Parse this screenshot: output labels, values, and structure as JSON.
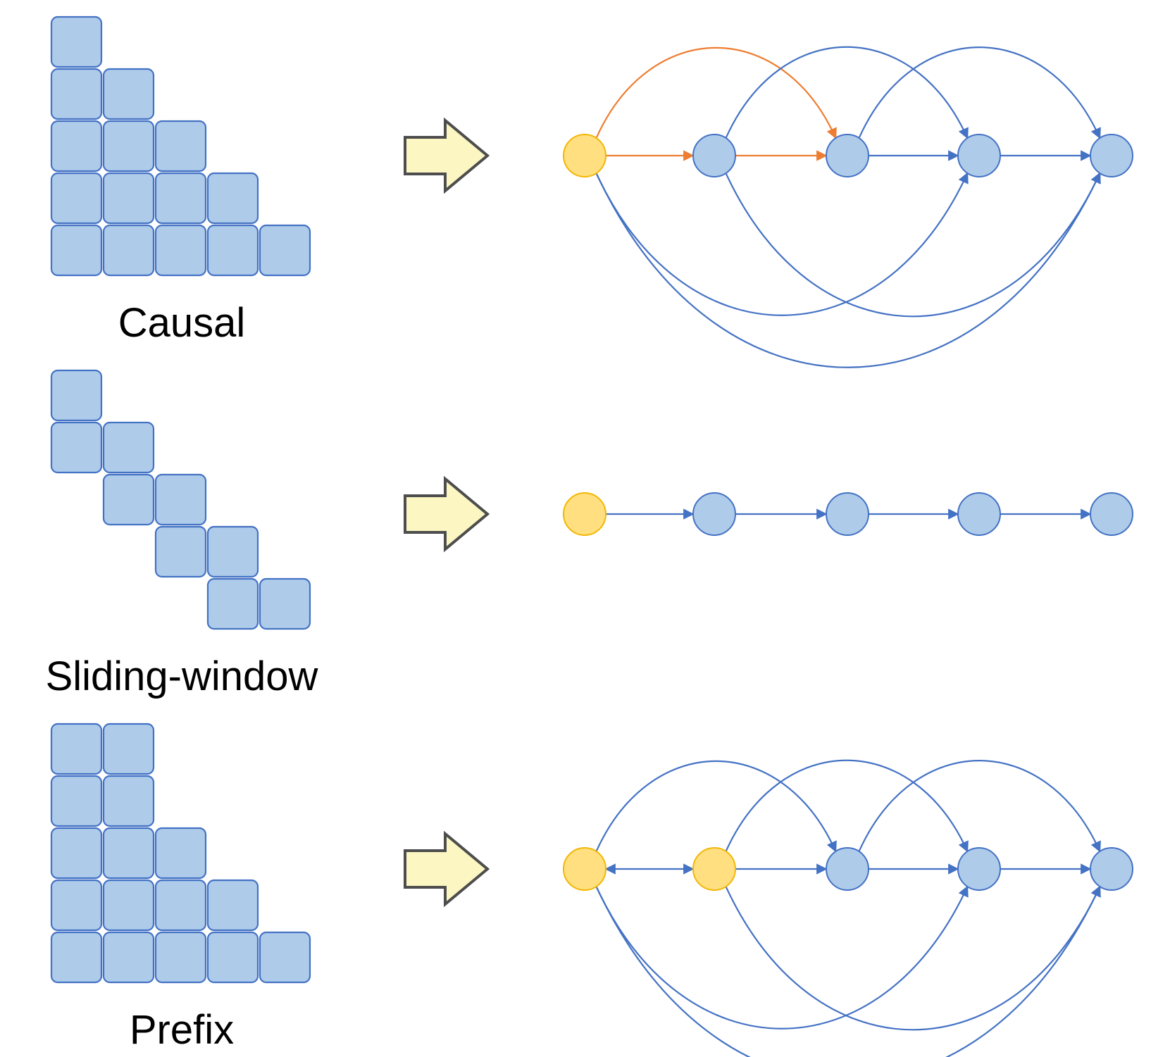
{
  "colors": {
    "cell_fill": "#aecbea",
    "cell_stroke": "#4472c4",
    "node_blue": "#aecbea",
    "node_blue_stroke": "#4472c4",
    "node_yellow": "#ffdf80",
    "node_yellow_stroke": "#f2b705",
    "edge_blue": "#4472c4",
    "edge_orange": "#ed7d31",
    "arrow_fill": "#fbf6c2",
    "arrow_stroke": "#4d4d4d"
  },
  "panels": [
    {
      "id": "causal",
      "label": "Causal",
      "mask": [
        [
          1,
          0,
          0,
          0,
          0
        ],
        [
          1,
          1,
          0,
          0,
          0
        ],
        [
          1,
          1,
          1,
          0,
          0
        ],
        [
          1,
          1,
          1,
          1,
          0
        ],
        [
          1,
          1,
          1,
          1,
          1
        ]
      ],
      "graph": {
        "nodes": [
          "yellow",
          "blue",
          "blue",
          "blue",
          "blue"
        ],
        "edges": [
          {
            "from": 0,
            "to": 1,
            "color": "orange"
          },
          {
            "from": 1,
            "to": 2,
            "color": "orange"
          },
          {
            "from": 0,
            "to": 2,
            "color": "orange",
            "curve": "above"
          },
          {
            "from": 2,
            "to": 3,
            "color": "blue"
          },
          {
            "from": 3,
            "to": 4,
            "color": "blue"
          },
          {
            "from": 1,
            "to": 3,
            "color": "blue",
            "curve": "above"
          },
          {
            "from": 2,
            "to": 4,
            "color": "blue",
            "curve": "above"
          },
          {
            "from": 0,
            "to": 3,
            "color": "blue",
            "curve": "below"
          },
          {
            "from": 1,
            "to": 4,
            "color": "blue",
            "curve": "below"
          },
          {
            "from": 0,
            "to": 4,
            "color": "blue",
            "curve": "below"
          }
        ]
      }
    },
    {
      "id": "sliding-window",
      "label": "Sliding-window",
      "mask": [
        [
          1,
          0,
          0,
          0,
          0
        ],
        [
          1,
          1,
          0,
          0,
          0
        ],
        [
          0,
          1,
          1,
          0,
          0
        ],
        [
          0,
          0,
          1,
          1,
          0
        ],
        [
          0,
          0,
          0,
          1,
          1
        ]
      ],
      "graph": {
        "nodes": [
          "yellow",
          "blue",
          "blue",
          "blue",
          "blue"
        ],
        "edges": [
          {
            "from": 0,
            "to": 1,
            "color": "blue"
          },
          {
            "from": 1,
            "to": 2,
            "color": "blue"
          },
          {
            "from": 2,
            "to": 3,
            "color": "blue"
          },
          {
            "from": 3,
            "to": 4,
            "color": "blue"
          }
        ]
      }
    },
    {
      "id": "prefix",
      "label": "Prefix",
      "mask": [
        [
          1,
          1,
          0,
          0,
          0
        ],
        [
          1,
          1,
          0,
          0,
          0
        ],
        [
          1,
          1,
          1,
          0,
          0
        ],
        [
          1,
          1,
          1,
          1,
          0
        ],
        [
          1,
          1,
          1,
          1,
          1
        ]
      ],
      "graph": {
        "nodes": [
          "yellow",
          "yellow",
          "blue",
          "blue",
          "blue"
        ],
        "edges": [
          {
            "from": 0,
            "to": 1,
            "color": "blue",
            "bidirectional": true
          },
          {
            "from": 1,
            "to": 2,
            "color": "blue"
          },
          {
            "from": 2,
            "to": 3,
            "color": "blue"
          },
          {
            "from": 3,
            "to": 4,
            "color": "blue"
          },
          {
            "from": 0,
            "to": 2,
            "color": "blue",
            "curve": "above"
          },
          {
            "from": 1,
            "to": 3,
            "color": "blue",
            "curve": "above"
          },
          {
            "from": 2,
            "to": 4,
            "color": "blue",
            "curve": "above"
          },
          {
            "from": 0,
            "to": 3,
            "color": "blue",
            "curve": "below"
          },
          {
            "from": 1,
            "to": 4,
            "color": "blue",
            "curve": "below"
          },
          {
            "from": 0,
            "to": 4,
            "color": "blue",
            "curve": "below"
          }
        ]
      }
    }
  ]
}
